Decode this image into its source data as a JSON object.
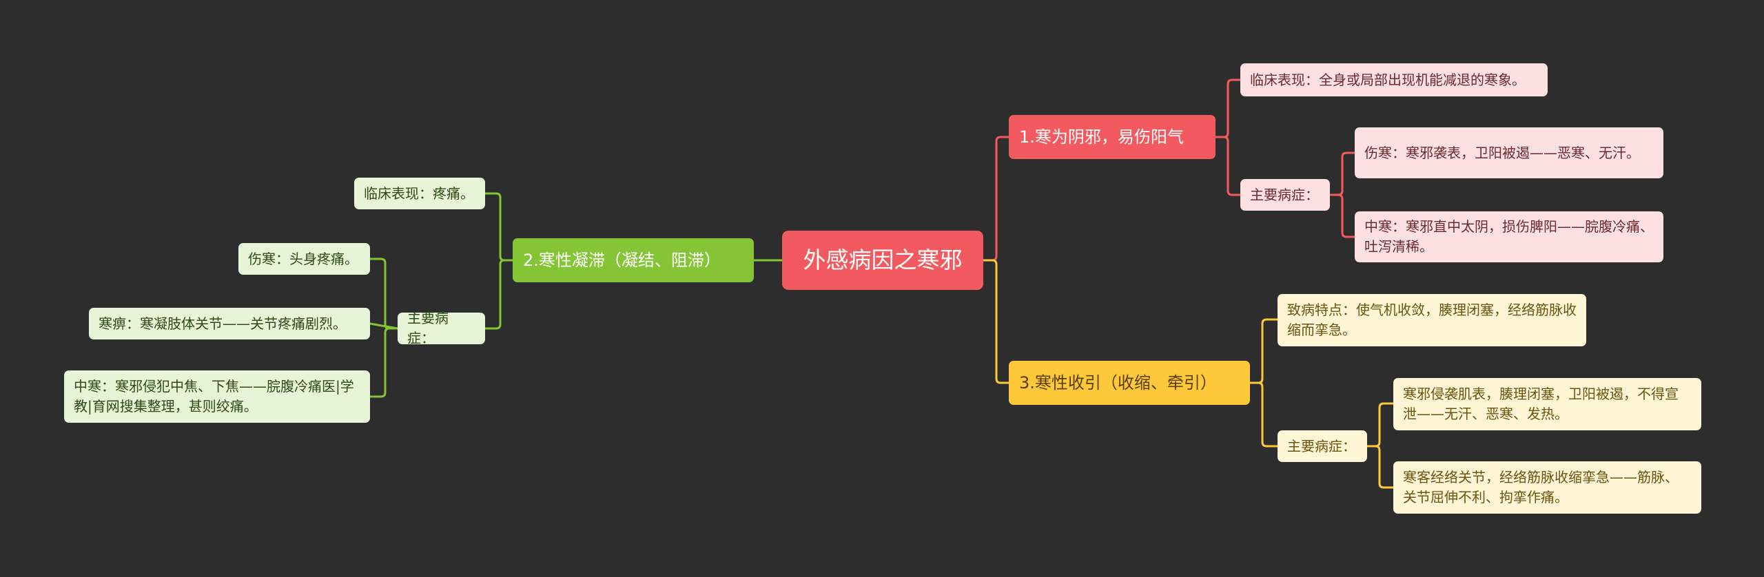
{
  "colors": {
    "background": "#2d2d2d",
    "red": "#f25a5f",
    "green": "#85c535",
    "yellow": "#fdc93b",
    "pink_leaf": "#fde0e2",
    "green_leaf": "#e8f4d8",
    "yellow_leaf": "#fff6d6"
  },
  "root": {
    "label": "外感病因之寒邪"
  },
  "branch1": {
    "label": "1.寒为阴邪，易伤阳气",
    "clinical": "临床表现：全身或局部出现机能减退的寒象。",
    "symptoms_label": "主要病症：",
    "symptoms": [
      "伤寒：寒邪袭表，卫阳被遏——恶寒、无汗。",
      "中寒：寒邪直中太阴，损伤脾阳——脘腹冷痛、吐泻清稀。"
    ]
  },
  "branch2": {
    "label": "2.寒性凝滞（凝结、阻滞）",
    "clinical": "临床表现：疼痛。",
    "symptoms_label": "主要病症：",
    "symptoms": [
      "伤寒：头身疼痛。",
      "寒痹：寒凝肢体关节——关节疼痛剧烈。",
      "中寒：寒邪侵犯中焦、下焦——脘腹冷痛医|学教|育网搜集整理，甚则绞痛。"
    ]
  },
  "branch3": {
    "label": "3.寒性收引（收缩、牵引）",
    "features": "致病特点：使气机收敛，腠理闭塞，经络筋脉收缩而挛急。",
    "symptoms_label": "主要病症：",
    "symptoms": [
      "寒邪侵袭肌表，腠理闭塞，卫阳被遏，不得宣泄——无汗、恶寒、发热。",
      "寒客经络关节，经络筋脉收缩挛急——筋脉、关节屈伸不利、拘挛作痛。"
    ]
  }
}
